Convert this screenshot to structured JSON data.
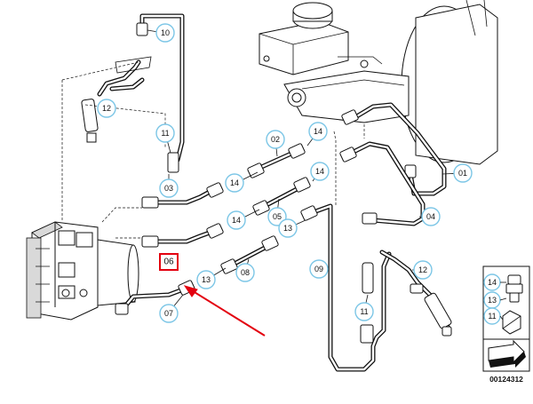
{
  "callouts": {
    "c10": "10",
    "c12a": "12",
    "c11a": "11",
    "c03": "03",
    "c02": "02",
    "c14a": "14",
    "c14b": "14",
    "c14c": "14",
    "c14d": "14",
    "c05": "05",
    "c13a": "13",
    "c13b": "13",
    "c08": "08",
    "c07": "07",
    "c09": "09",
    "c01": "01",
    "c04": "04",
    "c12b": "12",
    "c11b": "11"
  },
  "highlight": {
    "label": "06",
    "color": "#e3000f"
  },
  "legend": {
    "label_top": "14",
    "label_mid": "13",
    "label_bot": "11"
  },
  "reference_number": "00124312",
  "colors": {
    "callout_ring": "#7cc6e6",
    "highlight_red": "#e3000f",
    "line": "#111111"
  }
}
